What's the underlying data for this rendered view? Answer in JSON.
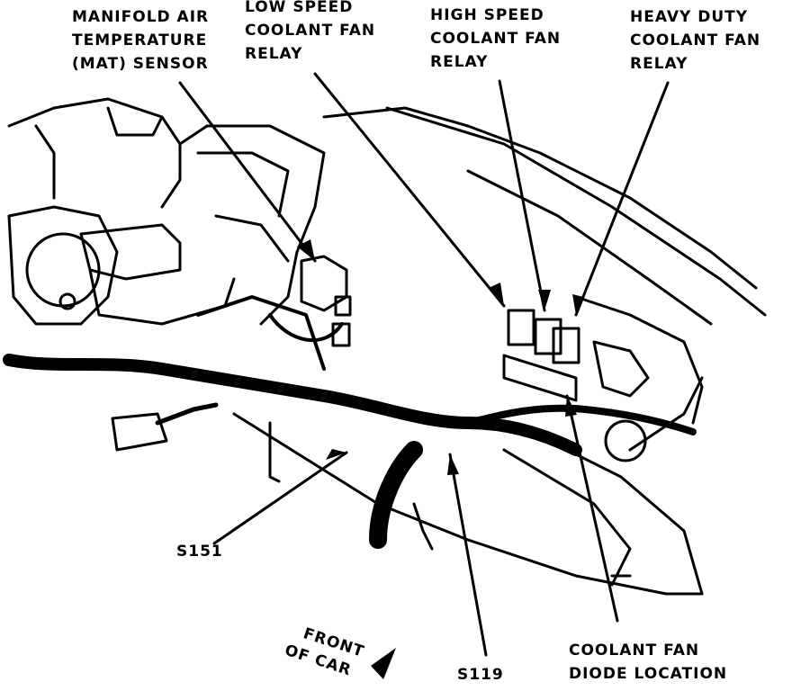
{
  "labels": {
    "mat_sensor": [
      "MANIFOLD AIR",
      "TEMPERATURE",
      "(MAT) SENSOR"
    ],
    "low_speed_relay": [
      "LOW SPEED",
      "COOLANT FAN",
      "RELAY"
    ],
    "high_speed_relay": [
      "HIGH SPEED",
      "COOLANT FAN",
      "RELAY"
    ],
    "heavy_duty_relay": [
      "HEAVY DUTY",
      "COOLANT FAN",
      "RELAY"
    ],
    "s151": "S151",
    "s119": "S119",
    "diode_location": [
      "COOLANT FAN",
      "DIODE LOCATION"
    ],
    "front_of_car": [
      "FRONT",
      "OF CAR"
    ]
  },
  "colors": {
    "ink": "#000000",
    "paper": "#ffffff"
  }
}
